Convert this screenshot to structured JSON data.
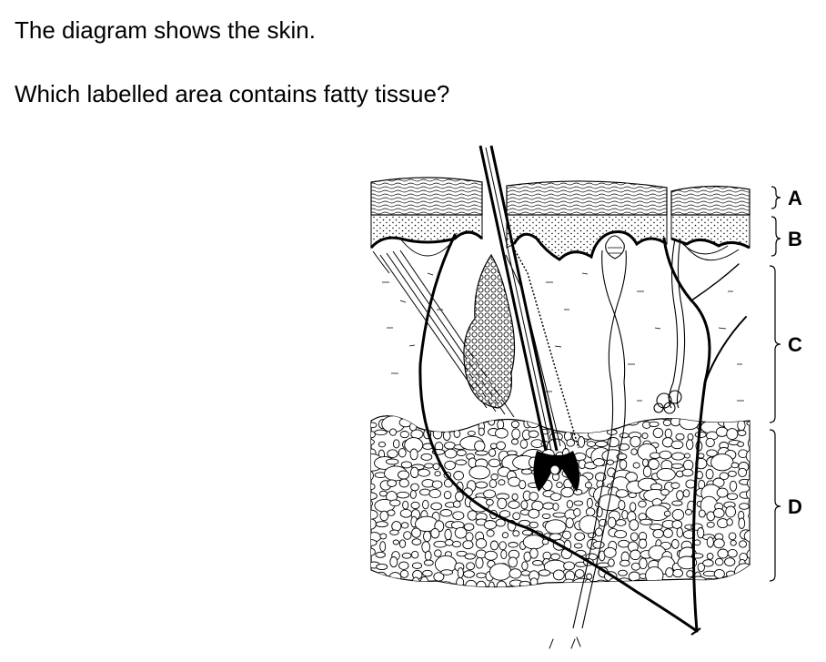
{
  "question": {
    "intro": "The diagram shows the skin.",
    "prompt": "Which labelled area contains fatty tissue?"
  },
  "diagram": {
    "labels": [
      "A",
      "B",
      "C",
      "D"
    ]
  }
}
